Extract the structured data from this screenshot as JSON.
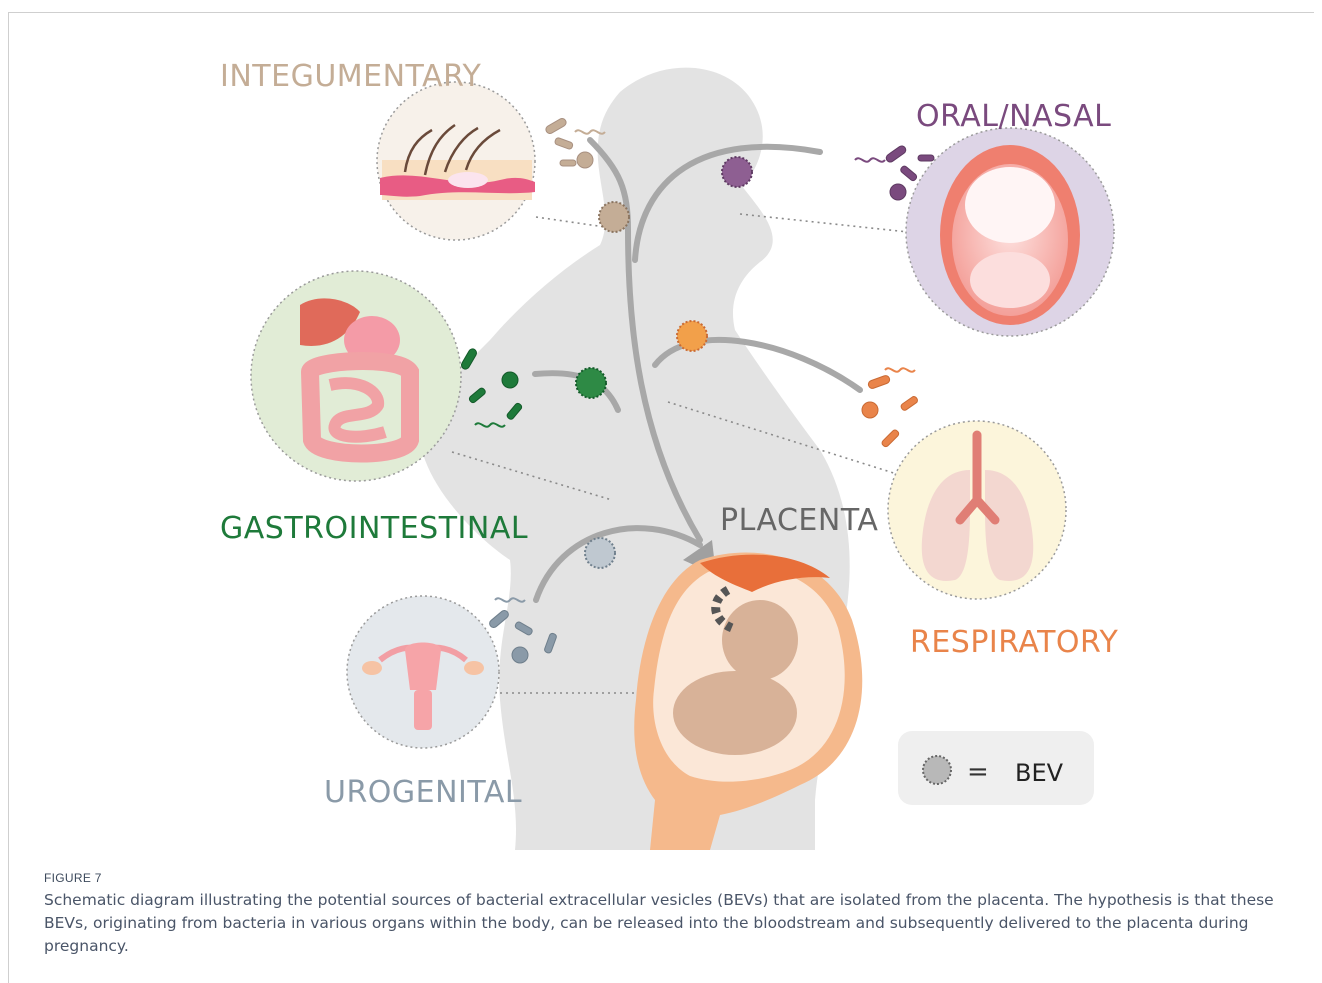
{
  "figure": {
    "labels": {
      "integumentary": "INTEGUMENTARY",
      "oral_nasal": "ORAL/NASAL",
      "gastrointestinal": "GASTROINTESTINAL",
      "placenta": "PLACENTA",
      "respiratory": "RESPIRATORY",
      "urogenital": "UROGENITAL"
    },
    "legend": {
      "equals": "=",
      "text": "BEV"
    },
    "colors": {
      "integumentary": "#c4ad96",
      "oral_nasal": "#7a4a7e",
      "gastrointestinal": "#1e7a3a",
      "respiratory": "#e9844a",
      "urogenital": "#8a9aa8",
      "placenta_label": "#666666",
      "body_silhouette": "#e2e2e2",
      "pathway": "#a5a5a5"
    }
  },
  "caption": {
    "label": "FIGURE 7",
    "text": "Schematic diagram illustrating the potential sources of bacterial extracellular vesicles (BEVs) that are isolated from the placenta. The hypothesis is that these BEVs, originating from bacteria in various organs within the body, can be released into the bloodstream and subsequently delivered to the placenta during pregnancy."
  }
}
